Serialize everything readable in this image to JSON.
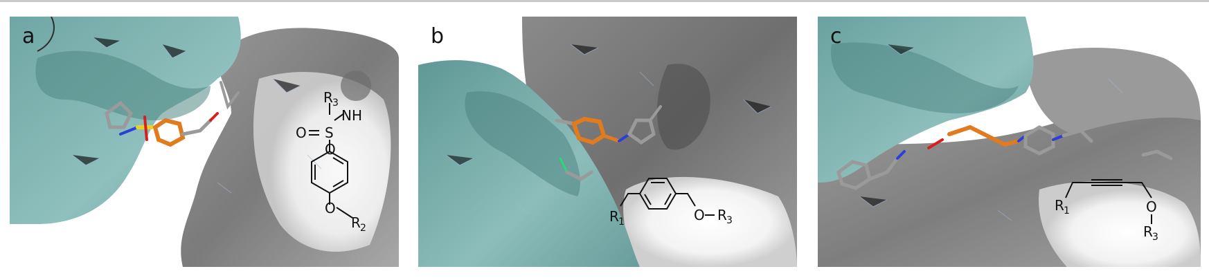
{
  "figure": {
    "panels": [
      {
        "letter": "a",
        "structure_labels": {
          "r3": "R",
          "r3_sub": "3",
          "nh": "NH",
          "o_left": "O",
          "s": "S",
          "o_right": "O",
          "o_para": "O",
          "r2": "R",
          "r2_sub": "2"
        }
      },
      {
        "letter": "b",
        "structure_labels": {
          "r1": "R",
          "r1_sub": "1",
          "o": "O",
          "r3": "R",
          "r3_sub": "3"
        }
      },
      {
        "letter": "c",
        "structure_labels": {
          "r1": "R",
          "r1_sub": "1",
          "o": "O",
          "r3": "R",
          "r3_sub": "3"
        }
      }
    ]
  },
  "colors": {
    "protein_teal": "#7fb3b1",
    "protein_teal_dark": "#4d8583",
    "protein_grey": "#8f8f8f",
    "protein_grey_dark": "#5c5c5c",
    "ligand_orange": "#e07b1f",
    "sulfonyl_yellow": "#e8d226",
    "nitrogen_blue": "#2b3fd6",
    "oxygen_red": "#d42020"
  }
}
